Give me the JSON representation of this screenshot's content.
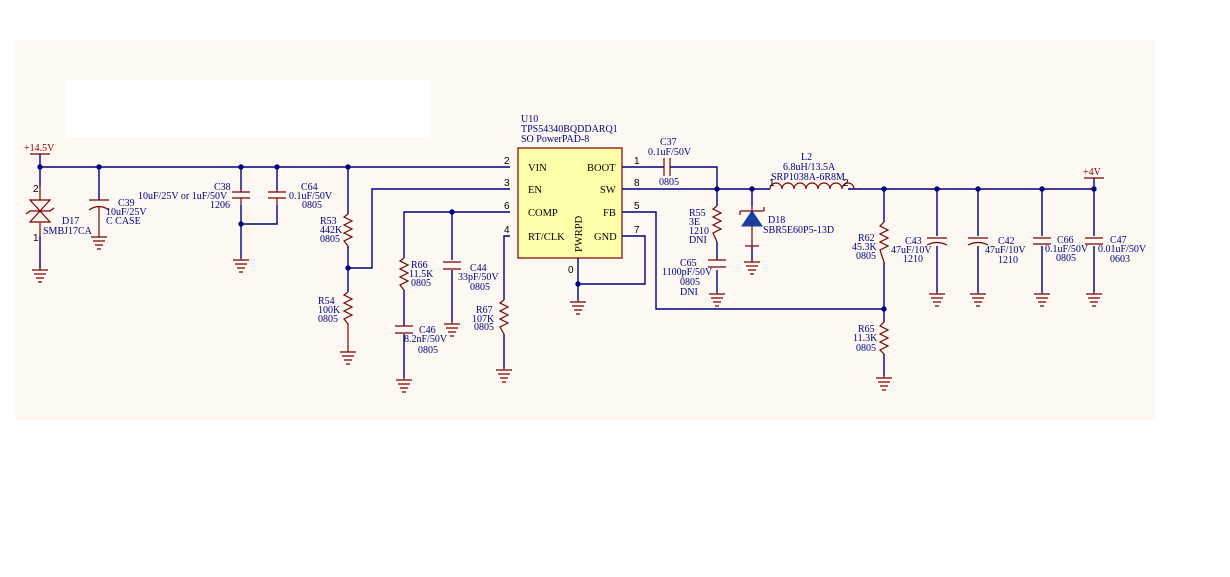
{
  "colors": {
    "background": "#fdf9f2",
    "wire": "#000080",
    "component": "#7a0000",
    "ic_fill": "#ffffaa",
    "net_label": "#8b0000"
  },
  "nets": {
    "input": "+14.5V",
    "output": "+4V"
  },
  "ic": {
    "ref": "U10",
    "part": "TPS54340BQDDARQ1",
    "package": "SO PowerPAD-8",
    "pins": {
      "vin": "VIN",
      "en": "EN",
      "comp": "COMP",
      "rt": "RT/CLK",
      "boot": "BOOT",
      "sw": "SW",
      "fb": "FB",
      "gnd": "GND",
      "pwrpd": "PWRPD"
    },
    "pin_numbers": {
      "vin": "2",
      "en": "3",
      "comp": "6",
      "rt": "4",
      "boot": "1",
      "sw": "8",
      "fb": "5",
      "gnd": "7",
      "pwrpd": "0"
    }
  },
  "components": {
    "d17": {
      "ref": "D17",
      "value": "SMBJ17CA",
      "pin_a": "2",
      "pin_b": "1"
    },
    "c39": {
      "ref": "C39",
      "value": "10uF/25V",
      "pkg": "C CASE"
    },
    "c38": {
      "ref": "C38",
      "value": "10uF/25V or 1uF/50V",
      "pkg": "1206"
    },
    "c64": {
      "ref": "C64",
      "value": "0.1uF/50V",
      "pkg": "0805"
    },
    "r53": {
      "ref": "R53",
      "value": "442K",
      "pkg": "0805"
    },
    "r54": {
      "ref": "R54",
      "value": "100K",
      "pkg": "0805"
    },
    "r66": {
      "ref": "R66",
      "value": "11.5K",
      "pkg": "0805"
    },
    "c46": {
      "ref": "C46",
      "value": "8.2nF/50V",
      "pkg": "0805"
    },
    "c44": {
      "ref": "C44",
      "value": "33pF/50V",
      "pkg": "0805"
    },
    "r67": {
      "ref": "R67",
      "value": "107K",
      "pkg": "0805"
    },
    "c37": {
      "ref": "C37",
      "value": "0.1uF/50V",
      "pkg": "0805"
    },
    "r55": {
      "ref": "R55",
      "value": "3E",
      "pkg": "1210",
      "note": "DNI"
    },
    "c65": {
      "ref": "C65",
      "value": "1100pF/50V",
      "pkg": "0805",
      "note": "DNI"
    },
    "d18": {
      "ref": "D18",
      "value": "SBR5E60P5-13D"
    },
    "l2": {
      "ref": "L2",
      "value": "6.8uH/13.5A",
      "part": "SRP1038A-6R8M",
      "pin1": "1",
      "pin2": "2"
    },
    "r62": {
      "ref": "R62",
      "value": "45.3K",
      "pkg": "0805"
    },
    "r65": {
      "ref": "R65",
      "value": "11.3K",
      "pkg": "0805"
    },
    "c43": {
      "ref": "C43",
      "value": "47uF/10V",
      "pkg": "1210"
    },
    "c42": {
      "ref": "C42",
      "value": "47uF/10V",
      "pkg": "1210"
    },
    "c66": {
      "ref": "C66",
      "value": "0.1uF/50V",
      "pkg": "0805"
    },
    "c47": {
      "ref": "C47",
      "value": "0.01uF/50V",
      "pkg": "0603"
    }
  }
}
